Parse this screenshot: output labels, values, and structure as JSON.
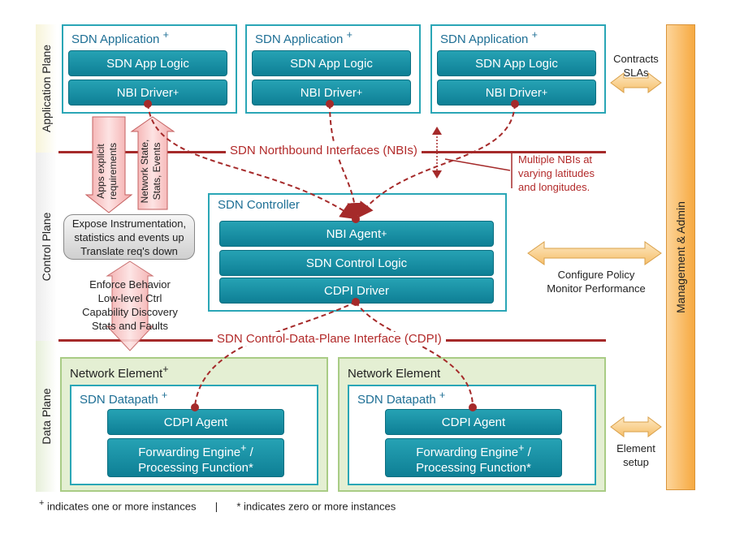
{
  "planes": {
    "application": "Application Plane",
    "control": "Control Plane",
    "data": "Data Plane"
  },
  "apps": [
    {
      "title": "SDN Application",
      "sup": "+",
      "logic": "SDN App Logic",
      "driver": "NBI Driver",
      "driver_sup": "+"
    },
    {
      "title": "SDN Application",
      "sup": "+",
      "logic": "SDN App Logic",
      "driver": "NBI Driver",
      "driver_sup": "+"
    },
    {
      "title": "SDN Application",
      "sup": "+",
      "logic": "SDN App Logic",
      "driver": "NBI Driver",
      "driver_sup": "+"
    }
  ],
  "nbi_label": "SDN Northbound Interfaces (NBIs)",
  "nbi_note": [
    "Multiple NBIs at",
    "varying latitudes",
    "and longitudes."
  ],
  "arrows": {
    "down_text": [
      "Apps explicit",
      "requirements"
    ],
    "up_text": [
      "Network State,",
      "Stats, Events"
    ]
  },
  "gray_box": [
    "Expose Instrumentation,",
    "statistics and events up",
    "Translate req's down"
  ],
  "enforce": [
    "Enforce Behavior",
    "Low-level Ctrl",
    "Capability Discovery",
    "Stats and Faults"
  ],
  "controller": {
    "title": "SDN Controller",
    "agent": "NBI Agent",
    "agent_sup": "+",
    "logic": "SDN Control Logic",
    "driver": "CDPI Driver"
  },
  "cdpi_label": "SDN Control-Data-Plane Interface (CDPI)",
  "network_elements": [
    {
      "title": "Network Element",
      "sup": "+",
      "datapath": "SDN Datapath",
      "dp_sup": "+",
      "agent": "CDPI Agent",
      "fwd_line1": "Forwarding Engine",
      "fwd_sup": "+",
      "fwd_slash": " /",
      "fwd_line2": "Processing Function*"
    },
    {
      "title": "Network Element",
      "sup": "",
      "datapath": "SDN Datapath",
      "dp_sup": "+",
      "agent": "CDPI Agent",
      "fwd_line1": "Forwarding Engine",
      "fwd_sup": "+",
      "fwd_slash": " /",
      "fwd_line2": "Processing Function*"
    }
  ],
  "management": {
    "bar": "Management & Admin",
    "contracts": [
      "Contracts",
      "SLAs"
    ],
    "configure": [
      "Configure Policy",
      "Monitor Performance"
    ],
    "element": [
      "Element",
      "setup"
    ]
  },
  "footer": {
    "plus_sym": "+",
    "plus_text": " indicates one or more instances",
    "sep": "|",
    "star_text": "* indicates zero or more instances"
  },
  "colors": {
    "teal": "#1a92a8",
    "red_line": "#a52a2a",
    "orange": "#f6a941",
    "green": "#e4efd3"
  }
}
